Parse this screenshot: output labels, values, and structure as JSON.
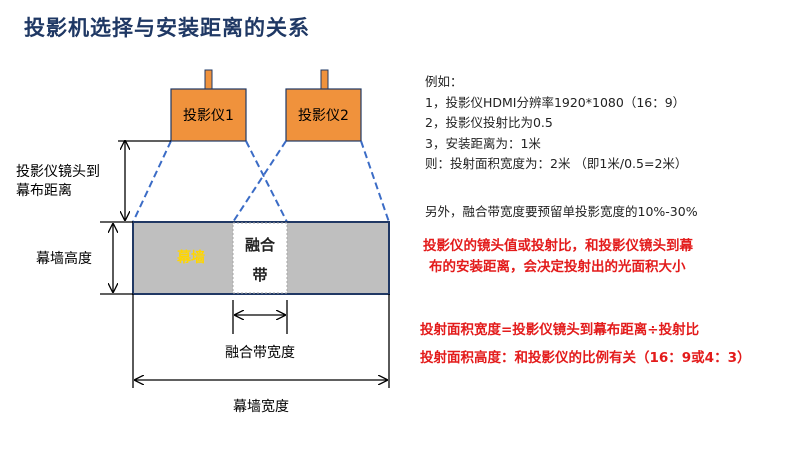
{
  "title": "投影机选择与安装距离的关系",
  "diagram": {
    "projector1": "投影仪1",
    "projector2": "投影仪2",
    "distance_label_line1": "投影仪镜头到",
    "distance_label_line2": "幕布距离",
    "screen_height_label": "幕墙高度",
    "screen_label": "幕墙",
    "blend_line1": "融合",
    "blend_line2": "带",
    "blend_width_label": "融合带宽度",
    "screen_width_label": "幕墙宽度"
  },
  "example": {
    "heading": "例如：",
    "lines": [
      "1，投影仪HDMI分辨率1920*1080（16：9）",
      "2，投影仪投射比为0.5",
      "3，安装距离为：1米",
      "则：投射面积宽度为：2米 （即1米/0.5=2米）"
    ]
  },
  "note": "另外，融合带宽度要预留单投影宽度的10%-30%",
  "red_note": {
    "line1": "投影仪的镜头值或投射比，和投影仪镜头到幕",
    "line2": "布的安装距离，会决定投射出的光面积大小"
  },
  "formula_width": "投射面积宽度=投影仪镜头到幕布距离÷投射比",
  "formula_height": "投射面积高度：和投影仪的比例有关（16：9或4：3）",
  "colors": {
    "title": "#1f3864",
    "projector_fill": "#f0923c",
    "screen_fill": "#bfbfbf",
    "screen_border": "#203864",
    "beam_line": "#3b6cc6",
    "screen_text": "#ffd600",
    "red_text": "#e31b1b"
  }
}
